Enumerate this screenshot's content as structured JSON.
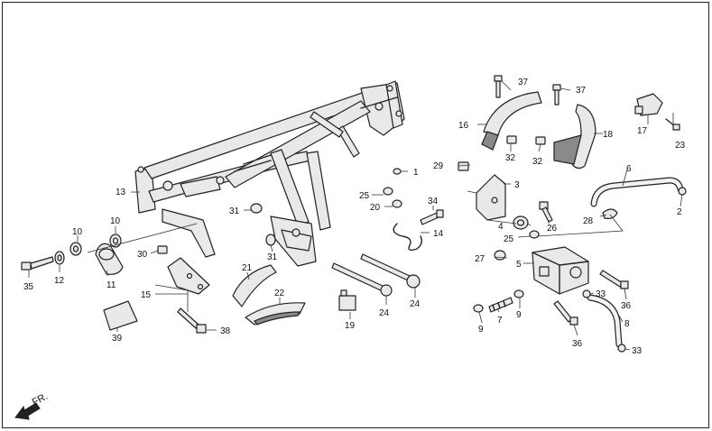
{
  "direction_label": "FR.",
  "callouts": [
    {
      "id": "c1",
      "num": "1"
    },
    {
      "id": "c2",
      "num": "2"
    },
    {
      "id": "c3",
      "num": "3"
    },
    {
      "id": "c4",
      "num": "4"
    },
    {
      "id": "c5",
      "num": "5"
    },
    {
      "id": "c6",
      "num": "6"
    },
    {
      "id": "c7",
      "num": "7"
    },
    {
      "id": "c8",
      "num": "8"
    },
    {
      "id": "c9a",
      "num": "9"
    },
    {
      "id": "c9b",
      "num": "9"
    },
    {
      "id": "c10a",
      "num": "10"
    },
    {
      "id": "c10b",
      "num": "10"
    },
    {
      "id": "c11",
      "num": "11"
    },
    {
      "id": "c12",
      "num": "12"
    },
    {
      "id": "c13",
      "num": "13"
    },
    {
      "id": "c14",
      "num": "14"
    },
    {
      "id": "c15",
      "num": "15"
    },
    {
      "id": "c16",
      "num": "16"
    },
    {
      "id": "c17",
      "num": "17"
    },
    {
      "id": "c18",
      "num": "18"
    },
    {
      "id": "c19",
      "num": "19"
    },
    {
      "id": "c20",
      "num": "20"
    },
    {
      "id": "c21",
      "num": "21"
    },
    {
      "id": "c22",
      "num": "22"
    },
    {
      "id": "c23",
      "num": "23"
    },
    {
      "id": "c24a",
      "num": "24"
    },
    {
      "id": "c24b",
      "num": "24"
    },
    {
      "id": "c25a",
      "num": "25"
    },
    {
      "id": "c25b",
      "num": "25"
    },
    {
      "id": "c26",
      "num": "26"
    },
    {
      "id": "c27",
      "num": "27"
    },
    {
      "id": "c28",
      "num": "28"
    },
    {
      "id": "c29",
      "num": "29"
    },
    {
      "id": "c30",
      "num": "30"
    },
    {
      "id": "c31a",
      "num": "31"
    },
    {
      "id": "c31b",
      "num": "31"
    },
    {
      "id": "c32a",
      "num": "32"
    },
    {
      "id": "c32b",
      "num": "32"
    },
    {
      "id": "c33a",
      "num": "33"
    },
    {
      "id": "c33b",
      "num": "33"
    },
    {
      "id": "c34",
      "num": "34"
    },
    {
      "id": "c35",
      "num": "35"
    },
    {
      "id": "c36a",
      "num": "36"
    },
    {
      "id": "c36b",
      "num": "36"
    },
    {
      "id": "c37a",
      "num": "37"
    },
    {
      "id": "c37b",
      "num": "37"
    },
    {
      "id": "c38",
      "num": "38"
    },
    {
      "id": "c39",
      "num": "39"
    }
  ]
}
